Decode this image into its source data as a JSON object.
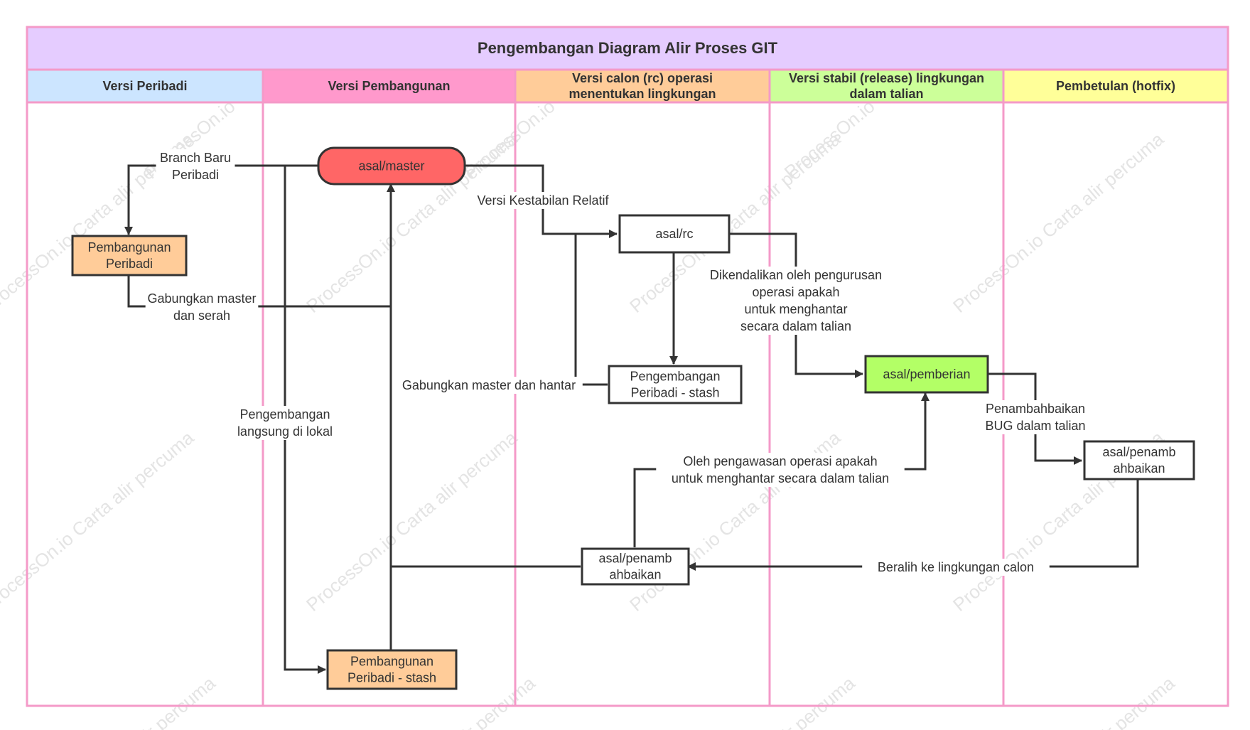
{
  "diagram": {
    "title": "Pengembangan Diagram Alir Proses GIT",
    "lanes": [
      {
        "id": "peribadi",
        "label": "Versi Peribadi",
        "lines": [
          "Versi Peribadi"
        ],
        "color": "#cce5ff"
      },
      {
        "id": "pembangunan",
        "label": "Versi Pembangunan",
        "lines": [
          "Versi Pembangunan"
        ],
        "color": "#ff99cc"
      },
      {
        "id": "rc",
        "label": "Versi calon (rc) operasi menentukan lingkungan",
        "lines": [
          "Versi calon (rc) operasi",
          "menentukan lingkungan"
        ],
        "color": "#ffcc99"
      },
      {
        "id": "release",
        "label": "Versi stabil (release) lingkungan dalam talian",
        "lines": [
          "Versi stabil (release) lingkungan",
          "dalam talian"
        ],
        "color": "#ccff99"
      },
      {
        "id": "hotfix",
        "label": "Pembetulan (hotfix)",
        "lines": [
          "Pembetulan (hotfix)"
        ],
        "color": "#ffff99"
      }
    ],
    "nodes": [
      {
        "id": "master",
        "label": "asal/master",
        "lines": [
          "asal/master"
        ],
        "fill": "#ff6666",
        "shape": "rounded"
      },
      {
        "id": "pem_peribadi",
        "label": "Pembangunan Peribadi",
        "lines": [
          "Pembangunan",
          "Peribadi"
        ],
        "fill": "#ffcc99",
        "shape": "rect"
      },
      {
        "id": "rc",
        "label": "asal/rc",
        "lines": [
          "asal/rc"
        ],
        "fill": "#ffffff",
        "shape": "rect"
      },
      {
        "id": "peng_stash",
        "label": "Pengembangan Peribadi - stash",
        "lines": [
          "Pengembangan",
          "Peribadi - stash"
        ],
        "fill": "#ffffff",
        "shape": "rect"
      },
      {
        "id": "pemberian",
        "label": "asal/pemberian",
        "lines": [
          "asal/pemberian"
        ],
        "fill": "#b3ff66",
        "shape": "rect"
      },
      {
        "id": "hotfix_node",
        "label": "asal/penambahbaikan",
        "lines": [
          "asal/penamb",
          "ahbaikan"
        ],
        "fill": "#ffffff",
        "shape": "rect"
      },
      {
        "id": "rc_fix",
        "label": "asal/penambahbaikan",
        "lines": [
          "asal/penamb",
          "ahbaikan"
        ],
        "fill": "#ffffff",
        "shape": "rect"
      },
      {
        "id": "pem_stash",
        "label": "Pembangunan Peribadi - stash",
        "lines": [
          "Pembangunan",
          "Peribadi - stash"
        ],
        "fill": "#ffcc99",
        "shape": "rect"
      }
    ],
    "edges": [
      {
        "id": "e_branch",
        "label": "Branch Baru Peribadi",
        "lines": [
          "Branch Baru",
          "Peribadi"
        ]
      },
      {
        "id": "e_merge_serah",
        "label": "Gabungkan master dan serah",
        "lines": [
          "Gabungkan master",
          "dan serah"
        ]
      },
      {
        "id": "e_lokal",
        "label": "Pengembangan langsung di lokal",
        "lines": [
          "Pengembangan",
          "langsung di lokal"
        ]
      },
      {
        "id": "e_kestabilan",
        "label": "Versi Kestabilan Relatif",
        "lines": [
          "Versi Kestabilan Relatif"
        ]
      },
      {
        "id": "e_hantar",
        "label": "Gabungkan master dan hantar",
        "lines": [
          "Gabungkan master dan hantar"
        ]
      },
      {
        "id": "e_dikendalikan",
        "label": "Dikendalikan oleh pengurusan operasi apakah untuk menghantar secara dalam talian",
        "lines": [
          "Dikendalikan oleh pengurusan",
          "operasi apakah",
          "untuk menghantar",
          "secara dalam talian"
        ]
      },
      {
        "id": "e_bug",
        "label": "Penambahbaikan BUG dalam talian",
        "lines": [
          "Penambahbaikan",
          "BUG dalam talian"
        ]
      },
      {
        "id": "e_calon",
        "label": "Beralih ke lingkungan calon",
        "lines": [
          "Beralih ke lingkungan calon"
        ]
      },
      {
        "id": "e_pengawasan",
        "label": "Oleh pengawasan operasi apakah untuk menghantar secara dalam talian",
        "lines": [
          "Oleh pengawasan operasi apakah",
          "untuk menghantar secara dalam talian"
        ]
      },
      {
        "id": "e_to_master",
        "label": "",
        "lines": []
      },
      {
        "id": "e_stash_master",
        "label": "",
        "lines": []
      },
      {
        "id": "e_rc_stash",
        "label": "",
        "lines": []
      }
    ],
    "watermark": [
      "ProcessOn.io Carta alir percuma",
      "ProcessOn.io Carta",
      "alir percuma"
    ],
    "colors": {
      "border": "#f49ac8",
      "title_bg": "#e5ccff",
      "stroke": "#333333",
      "watermark": "#e4e4e4"
    }
  }
}
